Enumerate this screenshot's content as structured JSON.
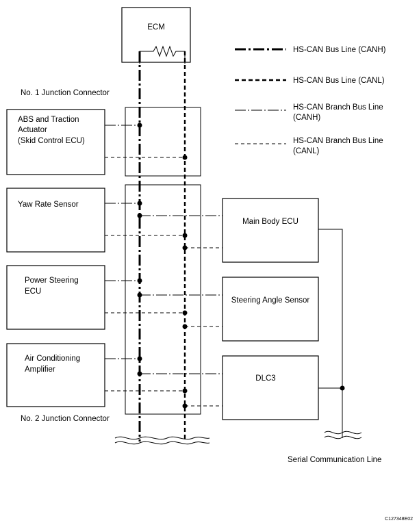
{
  "nodes": {
    "ecm": "ECM",
    "junction1": "No. 1 Junction Connector",
    "junction2": "No. 2 Junction Connector",
    "abs": [
      "ABS and Traction",
      "Actuator",
      "(Skid Control ECU)"
    ],
    "yaw": [
      "Yaw Rate Sensor"
    ],
    "power_steering": [
      "Power Steering",
      "ECU"
    ],
    "air_conditioning": [
      "Air Conditioning",
      "Amplifier"
    ],
    "main_body": "Main Body ECU",
    "steering_angle": "Steering Angle Sensor",
    "dlc3": "DLC3",
    "serial_line": "Serial Communication Line",
    "figure_code": "C127348E02"
  },
  "legend": [
    {
      "style": "canh-main",
      "label": [
        "HS-CAN Bus Line (CANH)"
      ]
    },
    {
      "style": "canl-main",
      "label": [
        "HS-CAN Bus Line (CANL)"
      ]
    },
    {
      "style": "canh-branch",
      "label": [
        "HS-CAN Branch Bus Line",
        "(CANH)"
      ]
    },
    {
      "style": "canl-branch",
      "label": [
        "HS-CAN Branch Bus Line",
        "(CANL)"
      ]
    }
  ]
}
